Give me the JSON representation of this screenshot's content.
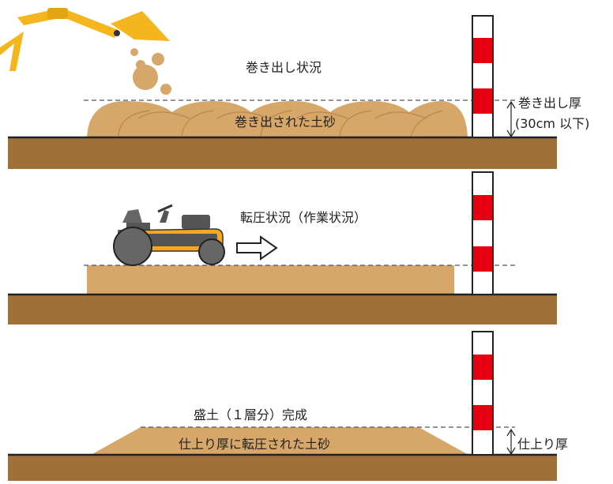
{
  "panels": [
    {
      "title": "巻き出し状況",
      "soil_label": "巻き出された土砂",
      "dim_label_line1": "巻き出し厚",
      "dim_label_line2": "(30cm 以下)"
    },
    {
      "title": "転圧状況（作業状況）"
    },
    {
      "title": "盛土（１層分）完成",
      "soil_label": "仕上り厚に転圧された土砂",
      "dim_label_line1": "仕上り厚"
    }
  ],
  "colors": {
    "ground": "#a0703a",
    "soil": "#d7a669",
    "soil_outline": "#b98850",
    "excavator": "#f5b51c",
    "roller_body": "#f7a81e",
    "roller_wheel": "#666666",
    "pole_red": "#e60012",
    "dashed": "#555555"
  },
  "icons": [
    "excavator-icon",
    "road-roller-icon",
    "right-arrow-icon",
    "survey-pole-icon"
  ]
}
